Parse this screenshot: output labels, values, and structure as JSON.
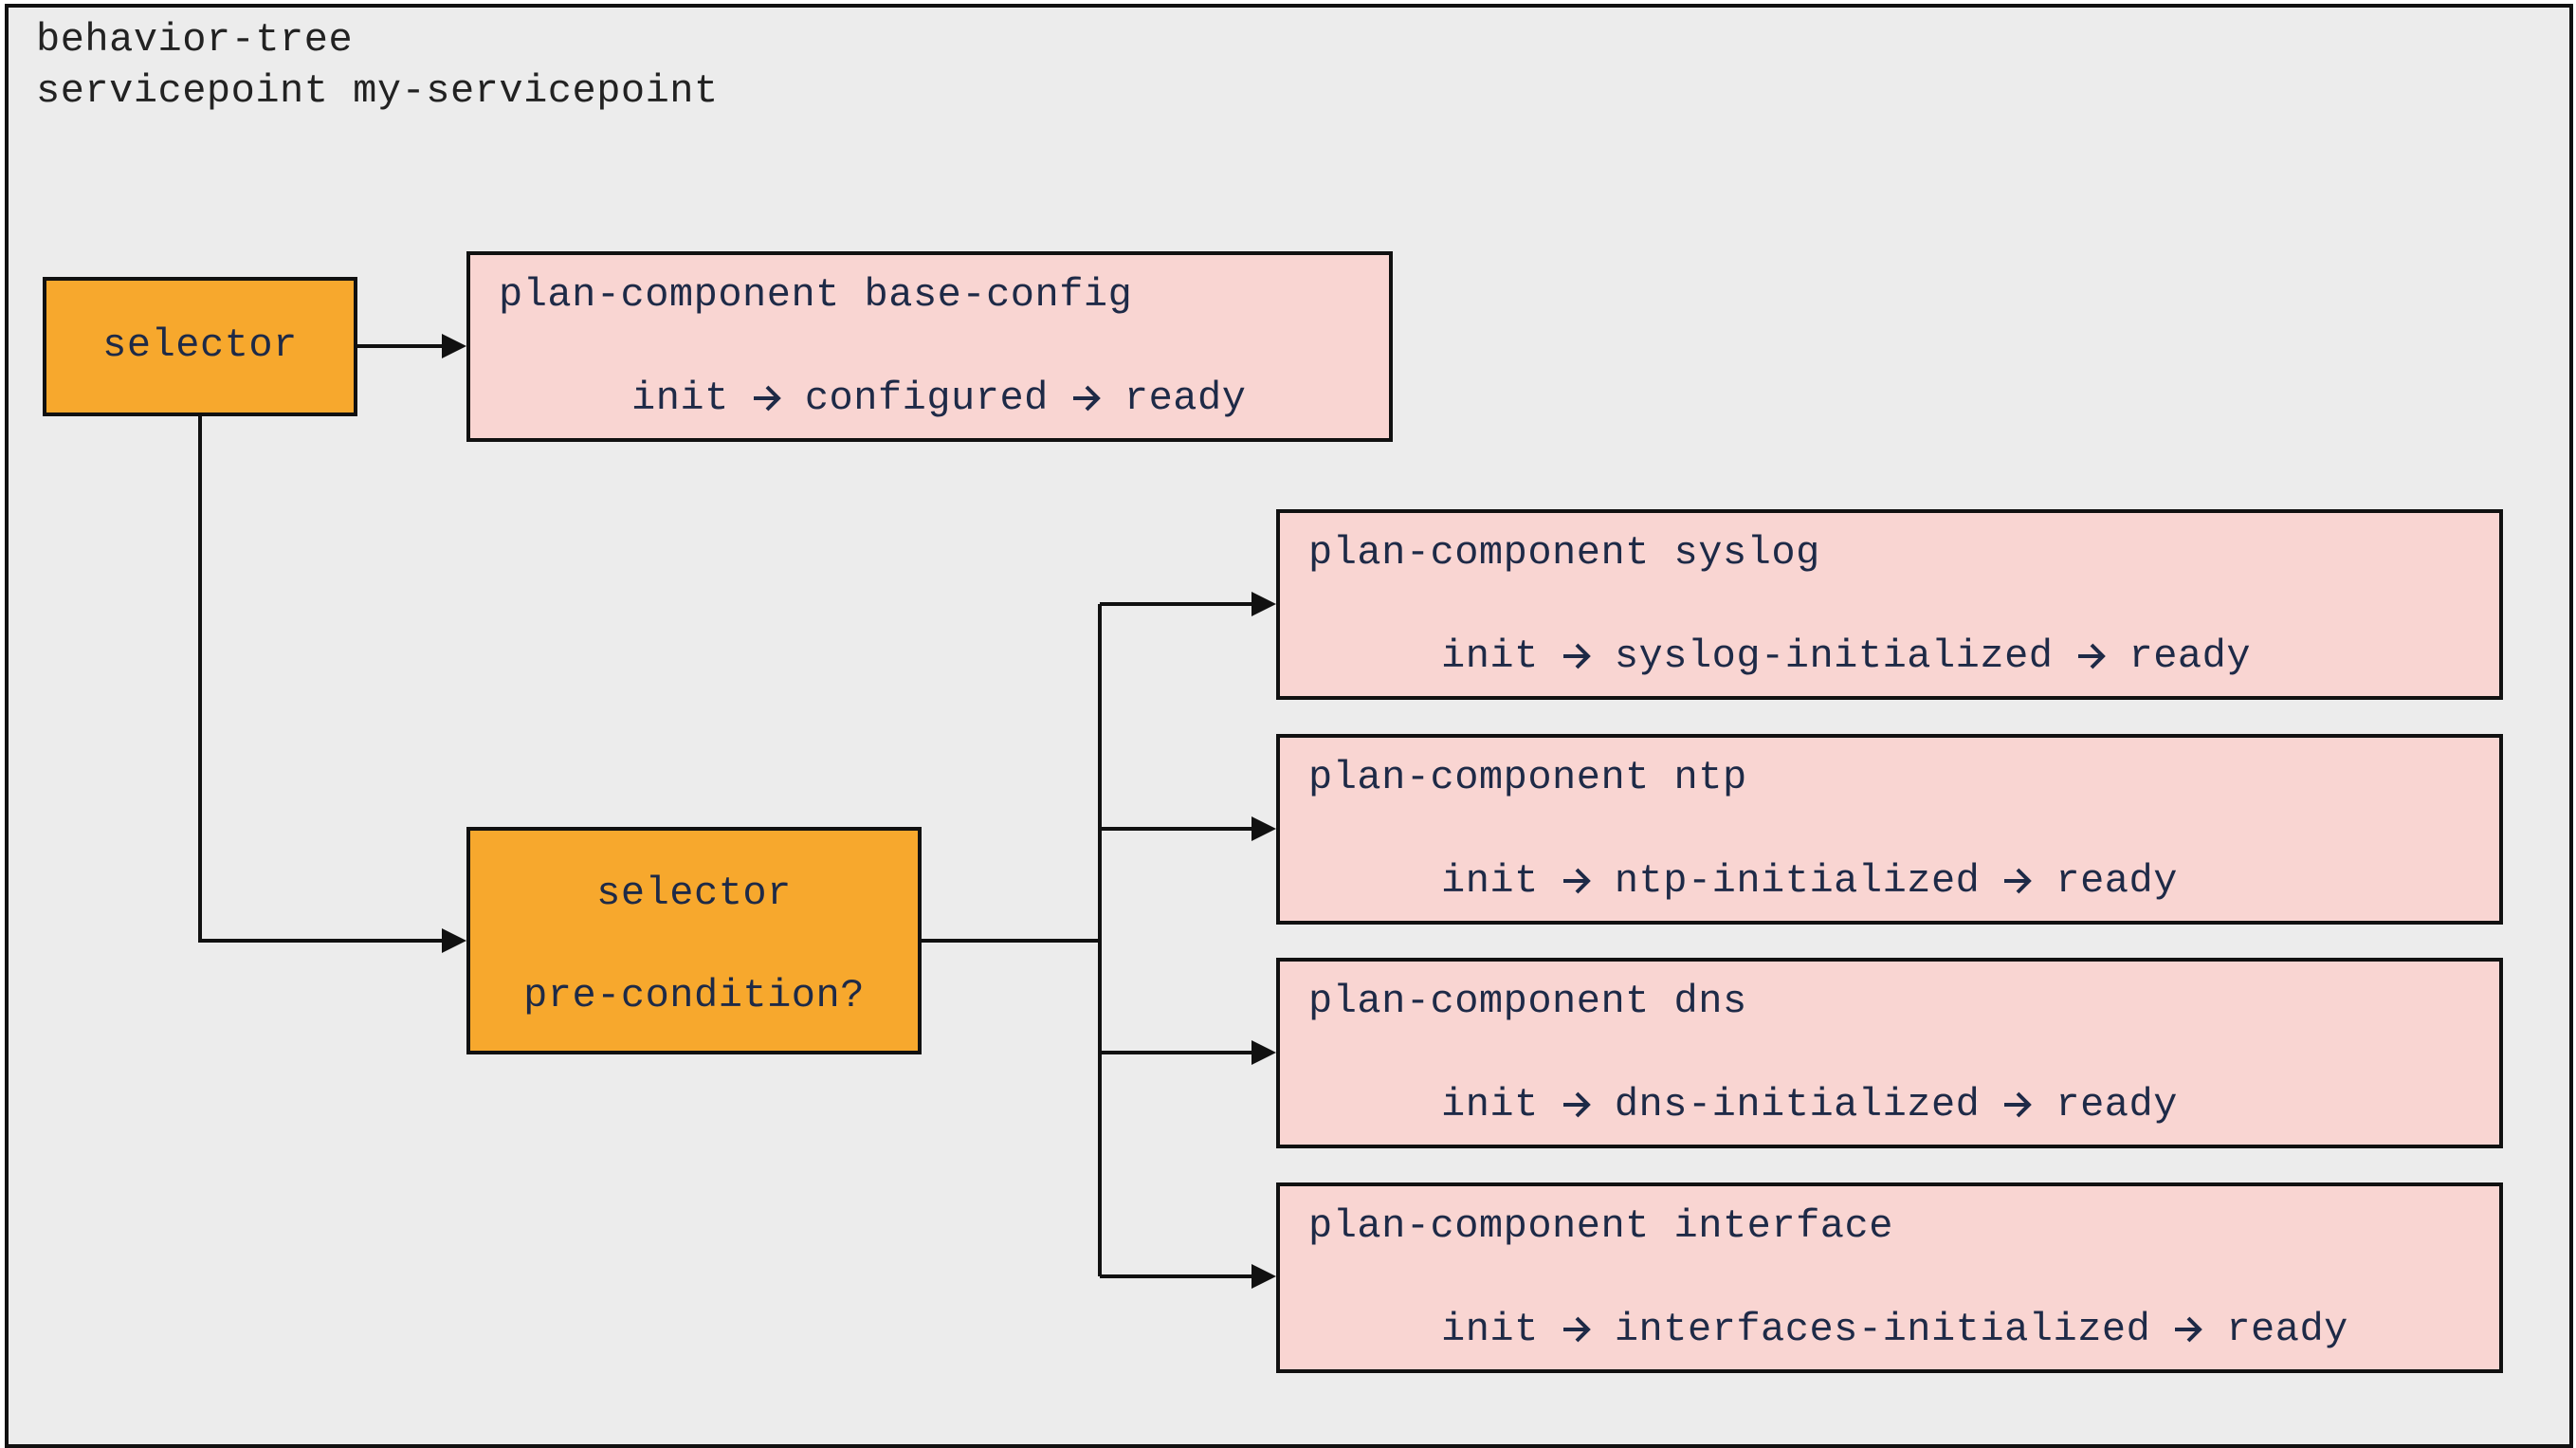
{
  "header": {
    "line1": "behavior-tree",
    "line2": "servicepoint my-servicepoint"
  },
  "root_selector": {
    "label": "selector"
  },
  "base_config": {
    "title": "plan-component base-config",
    "states": [
      "init",
      "configured",
      "ready"
    ]
  },
  "pre_selector": {
    "label": "selector",
    "sublabel": "pre-condition?"
  },
  "components": [
    {
      "title": "plan-component syslog",
      "states": [
        "init",
        "syslog-initialized",
        "ready"
      ]
    },
    {
      "title": "plan-component ntp",
      "states": [
        "init",
        "ntp-initialized",
        "ready"
      ]
    },
    {
      "title": "plan-component dns",
      "states": [
        "init",
        "dns-initialized",
        "ready"
      ]
    },
    {
      "title": "plan-component interface",
      "states": [
        "init",
        "interfaces-initialized",
        "ready"
      ]
    }
  ],
  "colors": {
    "selector_fill": "#f7a82d",
    "plan_fill": "#f9d5d2",
    "background": "#ececec",
    "text": "#1e2a47"
  },
  "icons": {
    "state_arrow": "arrow-right-icon",
    "connector_head": "arrowhead-icon"
  }
}
